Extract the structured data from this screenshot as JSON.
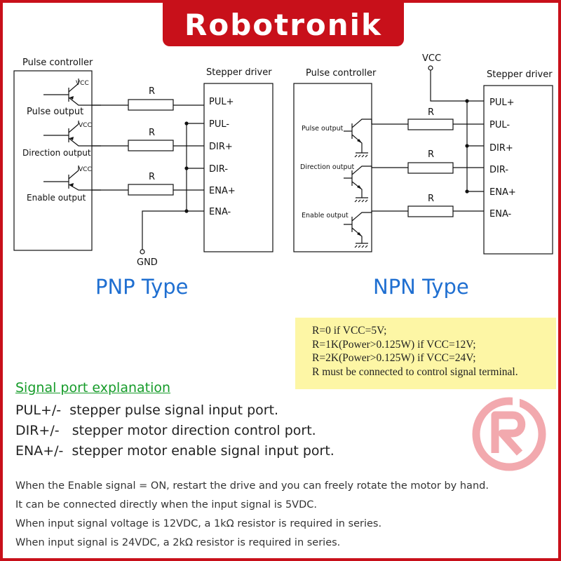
{
  "brand": {
    "name": "Robotronik",
    "color": "#c8101a"
  },
  "pnp": {
    "controller_title": "Pulse controller",
    "driver_title": "Stepper driver",
    "vcc_labels": [
      "VCC",
      "VCC",
      "VCC"
    ],
    "outputs": [
      "Pulse output",
      "Direction output",
      "Enable output"
    ],
    "resistor_labels": [
      "R",
      "R",
      "R"
    ],
    "pins": [
      "PUL+",
      "PUL-",
      "DIR+",
      "DIR-",
      "ENA+",
      "ENA-"
    ],
    "ground_label": "GND",
    "type_title": "PNP Type"
  },
  "npn": {
    "controller_title": "Pulse controller",
    "driver_title": "Stepper driver",
    "vcc_label": "VCC",
    "outputs": [
      "Pulse output",
      "Direction output",
      "Enable output"
    ],
    "resistor_labels": [
      "R",
      "R",
      "R"
    ],
    "pins": [
      "PUL+",
      "PUL-",
      "DIR+",
      "DIR-",
      "ENA+",
      "ENA-"
    ],
    "type_title": "NPN Type"
  },
  "resistor_note": {
    "lines": [
      "R=0 if VCC=5V;",
      "R=1K(Power>0.125W) if VCC=12V;",
      "R=2K(Power>0.125W) if VCC=24V;",
      "R must be connected to control signal terminal."
    ],
    "background": "#fdf6a5"
  },
  "signal_ports": {
    "heading": "Signal port explanation",
    "heading_color": "#169c2a",
    "items": [
      "PUL+/-  stepper pulse signal input port.",
      "DIR+/-   stepper motor direction control port.",
      "ENA+/-  stepper motor enable signal input port."
    ]
  },
  "notes": [
    "When the Enable signal = ON, restart the drive and you can freely rotate the motor by hand.",
    "It can be connected directly when the input signal is 5VDC.",
    "When input signal voltage is 12VDC, a 1kΩ resistor is required in series.",
    "When input signal is 24VDC, a 2kΩ resistor is required in series."
  ],
  "logo_icon": "robotronik-r-logo",
  "colors": {
    "type_title": "#1f6fd1",
    "logo_watermark": "#f2a9ae"
  }
}
